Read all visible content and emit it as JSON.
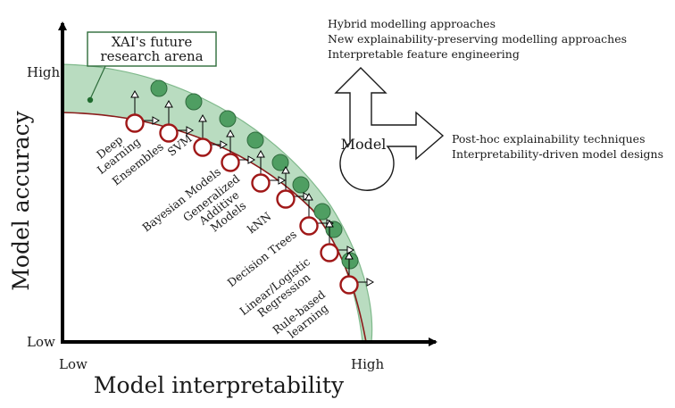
{
  "axes": {
    "x_label": "Model interpretability",
    "y_label": "Model accuracy",
    "x_low": "Low",
    "x_high": "High",
    "y_low": "Low",
    "y_high": "High"
  },
  "callout": {
    "line1": "XAI's future",
    "line2": "research arena"
  },
  "models": [
    {
      "lines": [
        "Deep",
        "Learning"
      ]
    },
    {
      "lines": [
        "Ensembles"
      ]
    },
    {
      "lines": [
        "SVM"
      ]
    },
    {
      "lines": [
        "Bayesian Models"
      ]
    },
    {
      "lines": [
        "Generalized",
        "Additive",
        "Models"
      ]
    },
    {
      "lines": [
        "kNN"
      ]
    },
    {
      "lines": [
        "Decision Trees"
      ]
    },
    {
      "lines": [
        "Linear/Logistic",
        "Regression"
      ]
    },
    {
      "lines": [
        "Rule-based",
        "learning"
      ]
    }
  ],
  "model_box": {
    "label": "Model",
    "up_items": [
      "Hybrid modelling approaches",
      "New explainability-preserving modelling approaches",
      "Interpretable feature engineering"
    ],
    "right_items": [
      "Post-hoc explainability techniques",
      "Interpretability-driven model designs"
    ]
  },
  "colors": {
    "band_fill": "#b9dcc0",
    "band_stroke": "#7fb98b",
    "curve": "#8b1a1a",
    "model_marker_stroke": "#a01818",
    "future_marker_fill": "#4f9e62",
    "future_marker_stroke": "#2f6b3d",
    "callout_border": "#2d6b3a",
    "axis": "#000000"
  }
}
